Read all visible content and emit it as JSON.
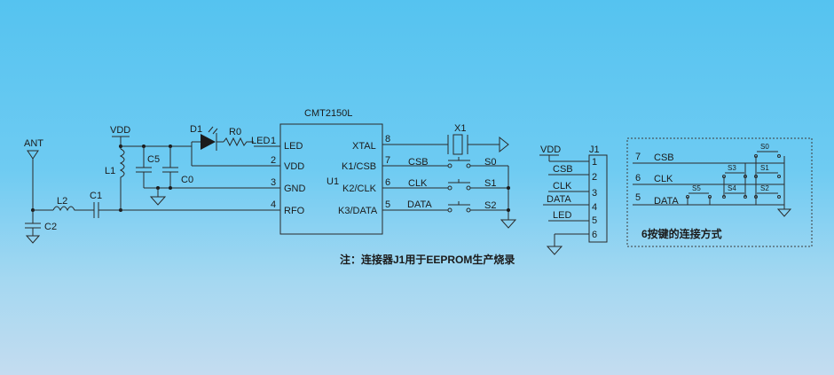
{
  "chip": {
    "name": "CMT2150L",
    "ref": "U1"
  },
  "pins": [
    {
      "num": "1",
      "name": "LED"
    },
    {
      "num": "2",
      "name": "VDD"
    },
    {
      "num": "3",
      "name": "GND"
    },
    {
      "num": "4",
      "name": "RFO"
    },
    {
      "num": "8",
      "name": "XTAL"
    },
    {
      "num": "7",
      "name": "K1/CSB"
    },
    {
      "num": "6",
      "name": "K2/CLK"
    },
    {
      "num": "5",
      "name": "K3/DATA"
    }
  ],
  "components": {
    "ant": "ANT",
    "vdd": "VDD",
    "l1": "L1",
    "l2": "L2",
    "c1": "C1",
    "c2": "C2",
    "c5": "C5",
    "c0": "C0",
    "d1": "D1",
    "r0": "R0",
    "led_net": "LED",
    "x1": "X1"
  },
  "switch_nets": [
    {
      "net": "CSB",
      "sw": "S0"
    },
    {
      "net": "CLK",
      "sw": "S1"
    },
    {
      "net": "DATA",
      "sw": "S2"
    }
  ],
  "connector": {
    "ref": "J1",
    "vdd": "VDD",
    "pins": [
      {
        "num": "1",
        "label": ""
      },
      {
        "num": "2",
        "label": "CSB"
      },
      {
        "num": "3",
        "label": "CLK"
      },
      {
        "num": "4",
        "label": "DATA"
      },
      {
        "num": "5",
        "label": "LED"
      },
      {
        "num": "6",
        "label": ""
      }
    ]
  },
  "note": "注：连接器J1用于EEPROM生产烧录",
  "six_key": {
    "caption": "6按键的连接方式",
    "rows": [
      {
        "num": "7",
        "net": "CSB"
      },
      {
        "num": "6",
        "net": "CLK"
      },
      {
        "num": "5",
        "net": "DATA"
      }
    ],
    "switches": [
      "S0",
      "S3",
      "S1",
      "S5",
      "S4",
      "S2"
    ]
  }
}
